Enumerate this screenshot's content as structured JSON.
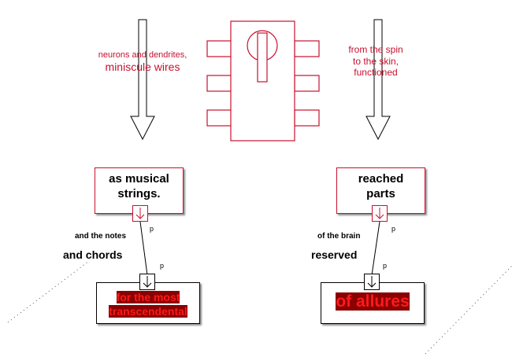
{
  "labels": {
    "left_top": [
      "neurons and dendrites,",
      "miniscule wires"
    ],
    "right_top": [
      "from the spin",
      "to the skin,",
      "functioned"
    ]
  },
  "boxes": {
    "left_top": [
      "as musical",
      "strings."
    ],
    "right_top": [
      "reached",
      "parts"
    ],
    "left_bottom": [
      "for the most",
      "transcendental"
    ],
    "right_bottom": "of allures"
  },
  "edges": {
    "left": {
      "line1": "and the notes",
      "line2": "and chords",
      "port_label": "p"
    },
    "right": {
      "line1": "of the brain",
      "line2": "reserved",
      "port_label": "p"
    }
  },
  "colors": {
    "accent": "#c8102e",
    "highlight_bg": "#8b0000",
    "highlight_text": "#ff1a1a",
    "stroke": "#000000"
  }
}
